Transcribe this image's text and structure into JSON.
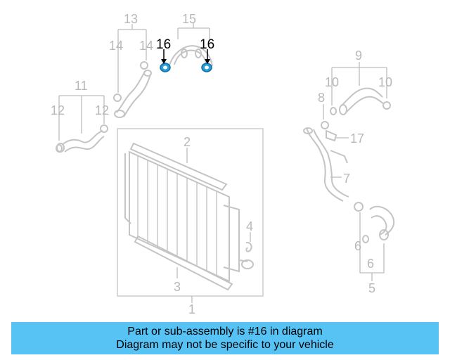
{
  "diagram": {
    "callouts": {
      "c1": "1",
      "c2": "2",
      "c3": "3",
      "c4": "4",
      "c5": "5",
      "c6a": "6",
      "c6b": "6",
      "c7": "7",
      "c8": "8",
      "c9": "9",
      "c10a": "10",
      "c10b": "10",
      "c11": "11",
      "c12a": "12",
      "c12b": "12",
      "c13": "13",
      "c14a": "14",
      "c14b": "14",
      "c15": "15",
      "c16a": "16",
      "c16b": "16",
      "c17": "17"
    },
    "highlighted_part": "16",
    "colors": {
      "highlight": "#2a9fd6",
      "parts": "#c4c4c4",
      "labels": "#b8b8b8"
    }
  },
  "banner": {
    "line1": "Part or sub-assembly is #16 in diagram",
    "line2": "Diagram may not be specific to your vehicle",
    "background": "#57c3f5"
  }
}
